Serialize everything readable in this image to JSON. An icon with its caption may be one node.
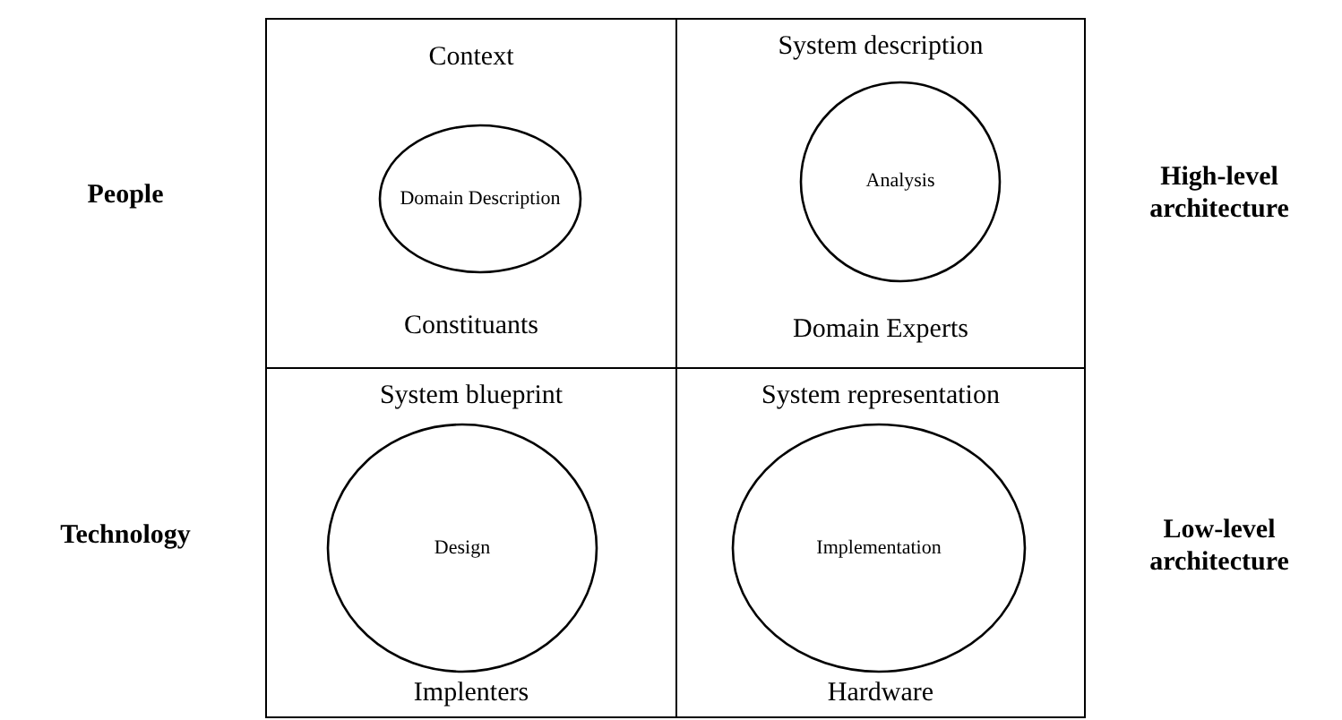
{
  "diagram": {
    "nodes": [
      {
        "text": [
          "Context",
          "Constituants"
        ]
      },
      {
        "text": [
          "Domain Description"
        ],
        "in": 0
      },
      {
        "text": [
          "System description",
          "Domain Experts"
        ]
      },
      {
        "text": [
          "Analysis"
        ],
        "in": 2
      },
      {
        "text": [
          "System blueprint",
          "Implenters"
        ]
      },
      {
        "text": [
          "Design"
        ],
        "in": 4
      },
      {
        "text": [
          "System representation",
          "Hardware"
        ]
      },
      {
        "text": [
          "Implementation"
        ],
        "in": 6
      }
    ],
    "edges": [],
    "labels": [
      "People",
      "High-level architecture",
      "Technology",
      "Low-level architecture"
    ]
  }
}
